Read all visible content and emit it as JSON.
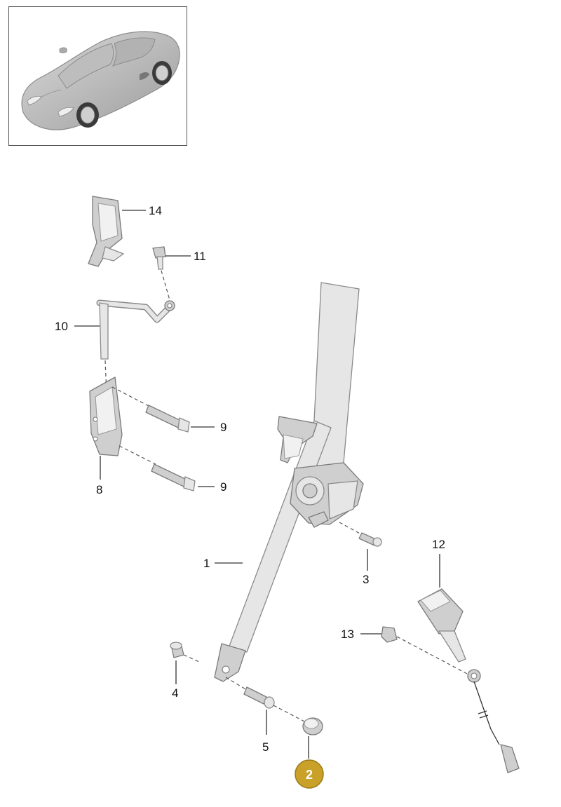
{
  "thumbnail": {
    "icon": "car-icon"
  },
  "callouts": {
    "c1": "1",
    "c3": "3",
    "c4": "4",
    "c5": "5",
    "c8": "8",
    "c9a": "9",
    "c9b": "9",
    "c10": "10",
    "c11": "11",
    "c12": "12",
    "c13": "13",
    "c14": "14"
  },
  "badge": {
    "label": "2",
    "color": "#c9a128"
  }
}
